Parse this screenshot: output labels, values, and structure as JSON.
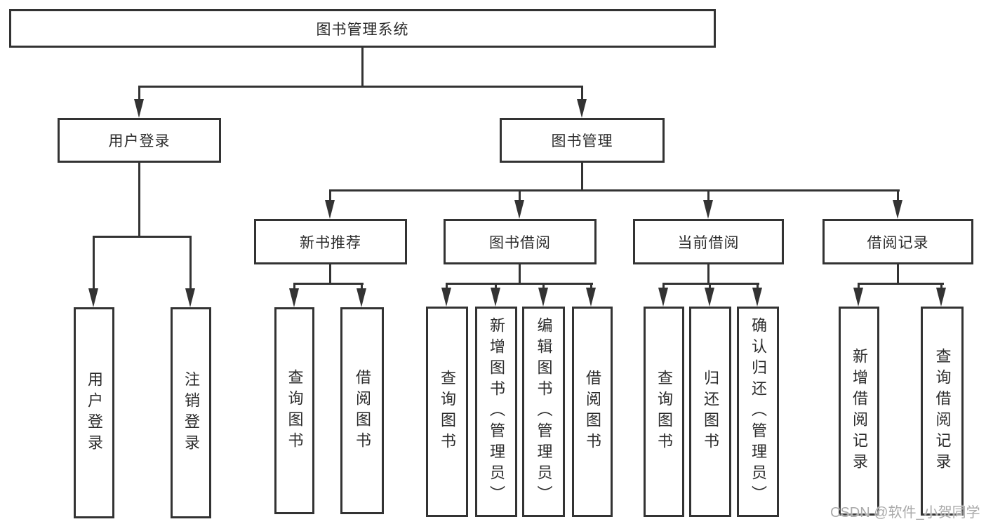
{
  "diagram_type": "hierarchy-tree",
  "tree": {
    "root": "图书管理系统",
    "children": [
      {
        "label": "用户登录",
        "children": [
          {
            "label": "用户登录"
          },
          {
            "label": "注销登录"
          }
        ]
      },
      {
        "label": "图书管理",
        "children": [
          {
            "label": "新书推荐",
            "children": [
              {
                "label": "查询图书"
              },
              {
                "label": "借阅图书"
              }
            ]
          },
          {
            "label": "图书借阅",
            "children": [
              {
                "label": "查询图书"
              },
              {
                "label": "新增图书（管理员）"
              },
              {
                "label": "编辑图书（管理员）"
              },
              {
                "label": "借阅图书"
              }
            ]
          },
          {
            "label": "当前借阅",
            "children": [
              {
                "label": "查询图书"
              },
              {
                "label": "归还图书"
              },
              {
                "label": "确认归还（管理员）"
              }
            ]
          },
          {
            "label": "借阅记录",
            "children": [
              {
                "label": "新增借阅记录"
              },
              {
                "label": "查询借阅记录"
              }
            ]
          }
        ]
      }
    ]
  },
  "watermark": "CSDN @软件_小贺同学",
  "colors": {
    "line": "#333333",
    "box_fill": "#ffffff",
    "text": "#2b2b2b",
    "watermark": "#aaaaaa"
  }
}
